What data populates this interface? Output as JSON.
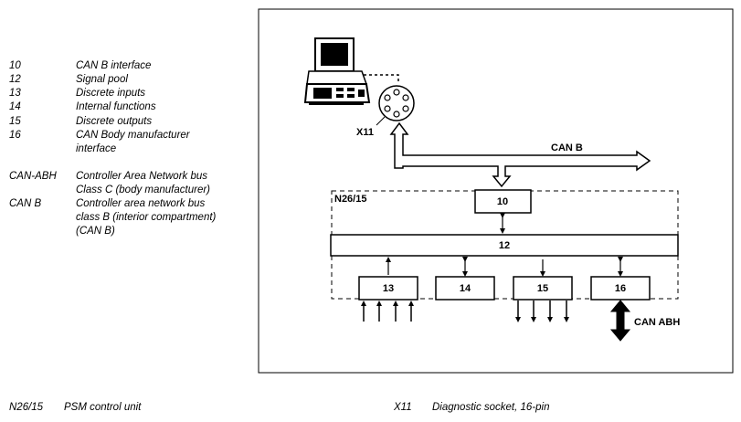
{
  "legend": [
    {
      "code": "10",
      "desc": [
        "CAN B interface"
      ]
    },
    {
      "code": "12",
      "desc": [
        "Signal pool"
      ]
    },
    {
      "code": "13",
      "desc": [
        "Discrete inputs"
      ]
    },
    {
      "code": "14",
      "desc": [
        "Internal functions"
      ]
    },
    {
      "code": "15",
      "desc": [
        "Discrete outputs"
      ]
    },
    {
      "code": "16",
      "desc": [
        "CAN Body manufacturer",
        "interface"
      ]
    },
    {
      "code": "CAN-ABH",
      "desc": [
        "Controller Area Network bus",
        "Class C (body manufacturer)"
      ]
    },
    {
      "code": "CAN B",
      "desc": [
        "Controller area network bus",
        "class B (interior compartment)",
        "(CAN B)"
      ]
    }
  ],
  "footer": {
    "left_code": "N26/15",
    "left_desc": "PSM control unit",
    "right_code": "X11",
    "right_desc": "Diagnostic socket, 16-pin"
  },
  "diagram": {
    "unit_label": "N26/15",
    "socket_label": "X11",
    "bus_b_label": "CAN B",
    "bus_abh_label": "CAN ABH",
    "blocks": {
      "b10": "10",
      "b12": "12",
      "b13": "13",
      "b14": "14",
      "b15": "15",
      "b16": "16"
    }
  }
}
